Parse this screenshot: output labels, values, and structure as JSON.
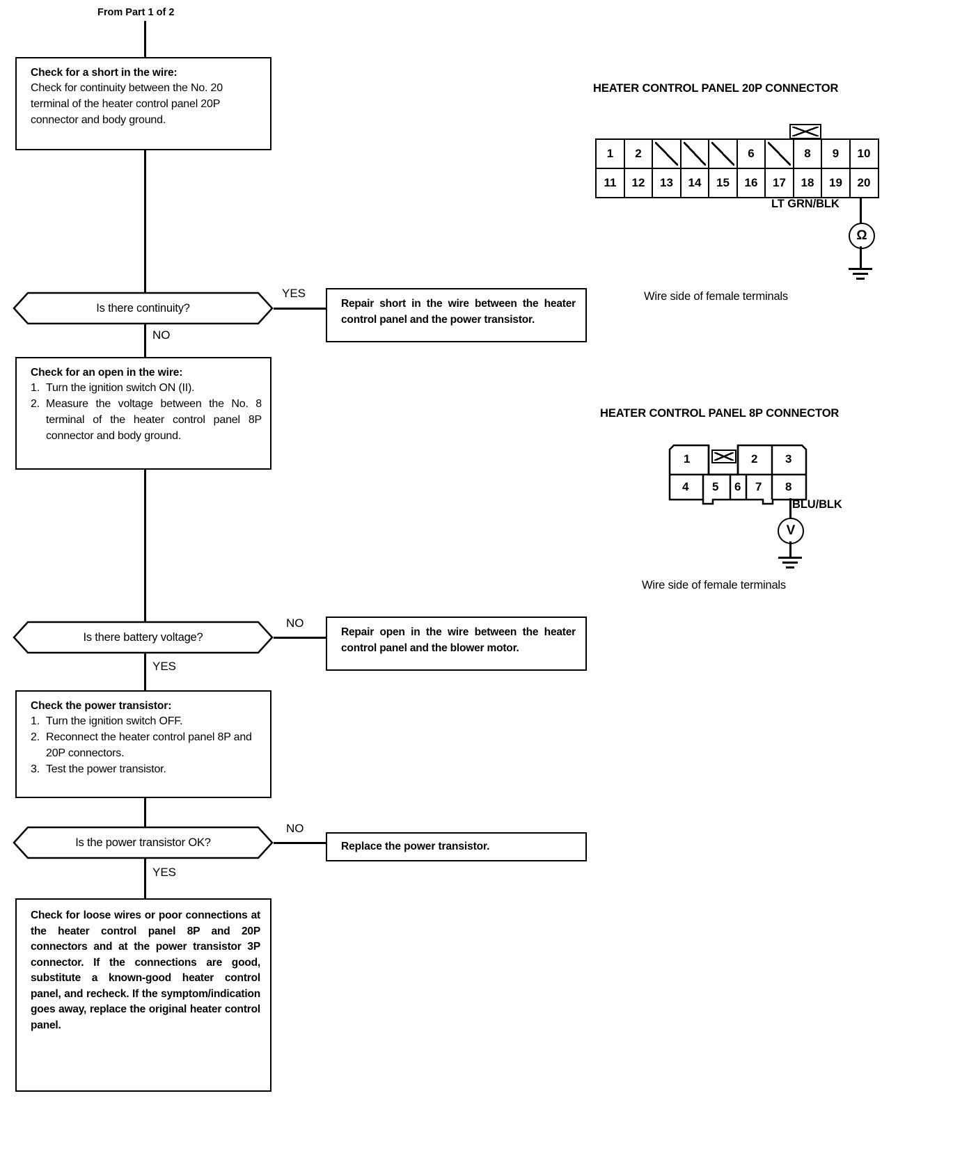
{
  "top_tag": "From Part 1 of 2",
  "flow": {
    "box1": {
      "title": "Check for a short in the wire:",
      "body": "Check for continuity between the No. 20 terminal of the heater control panel 20P connector and body ground."
    },
    "decision1": {
      "label": "Is there continuity?",
      "right_branch": "YES",
      "down_branch": "NO"
    },
    "result1": "Repair short in the wire between the heater control panel and the power transistor.",
    "box2": {
      "title": "Check for an open in the wire:",
      "steps": [
        {
          "num": "1.",
          "text": "Turn the ignition switch ON (II)."
        },
        {
          "num": "2.",
          "text": "Measure the voltage between the No. 8 terminal of the heater control panel 8P connector and body ground."
        }
      ]
    },
    "decision2": {
      "label": "Is there battery voltage?",
      "right_branch": "NO",
      "down_branch": "YES"
    },
    "result2": "Repair open in the wire between the heater control panel and the blower motor.",
    "box3": {
      "title": "Check the power transistor:",
      "steps": [
        {
          "num": "1.",
          "text": "Turn the ignition switch OFF."
        },
        {
          "num": "2.",
          "text": "Reconnect the heater control panel 8P and 20P connectors."
        },
        {
          "num": "3.",
          "text": "Test the power transistor."
        }
      ]
    },
    "decision3": {
      "label": "Is the power transistor OK?",
      "right_branch": "NO",
      "down_branch": "YES"
    },
    "result3": "Replace the power transistor.",
    "box4": "Check for loose wires or poor connections at the heater control panel 8P and 20P connectors and at the power transistor 3P connector. If the connections are good, substitute a known-good heater control panel, and recheck. If the symptom/indication goes away, replace the original heater control panel."
  },
  "connector_20p": {
    "heading": "HEATER CONTROL PANEL 20P CONNECTOR",
    "top_row": [
      "1",
      "2",
      "",
      "",
      "",
      "6",
      "",
      "8",
      "9",
      "10"
    ],
    "top_row_blank": [
      false,
      false,
      true,
      true,
      true,
      false,
      true,
      false,
      false,
      false
    ],
    "bottom_row": [
      "11",
      "12",
      "13",
      "14",
      "15",
      "16",
      "17",
      "18",
      "19",
      "20"
    ],
    "wire_label": "LT GRN/BLK",
    "meter_symbol": "Ω",
    "meter_name": "ohmmeter",
    "caption": "Wire side of female terminals"
  },
  "connector_8p": {
    "heading": "HEATER CONTROL PANEL 8P CONNECTOR",
    "top_row": [
      "1",
      "2",
      "3"
    ],
    "bottom_row": [
      "4",
      "5",
      "6",
      "7",
      "8"
    ],
    "wire_label": "BLU/BLK",
    "meter_symbol": "V",
    "meter_name": "voltmeter",
    "caption": "Wire side of female terminals"
  }
}
